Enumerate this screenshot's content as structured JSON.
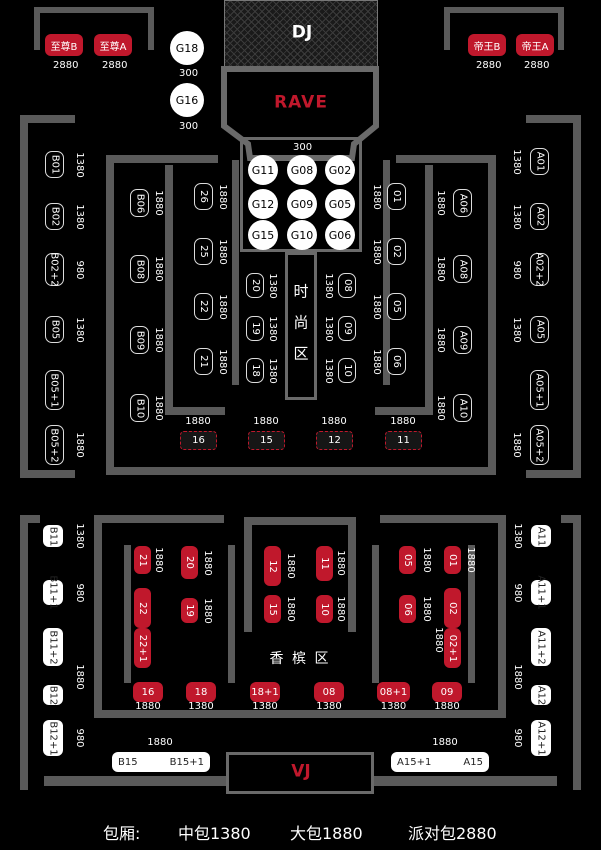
{
  "stage": {
    "dj": "DJ",
    "rave": "RAVE",
    "vj": "VJ"
  },
  "zones": {
    "fashion": [
      "时",
      "尚",
      "区"
    ],
    "champagne": "香 槟 区"
  },
  "legend": {
    "label": "包厢:",
    "medium": "中包1380",
    "large": "大包1880",
    "party": "派对包2880"
  },
  "vip": [
    {
      "name": "至尊B",
      "price": "2880"
    },
    {
      "name": "至尊A",
      "price": "2880"
    },
    {
      "name": "帝王B",
      "price": "2880"
    },
    {
      "name": "帝王A",
      "price": "2880"
    }
  ],
  "g_tables": {
    "g18": "G18",
    "g16": "G16",
    "g18_price": "300",
    "g16_price": "300",
    "grid_price": "300",
    "grid": [
      "G11",
      "G08",
      "G02",
      "G12",
      "G09",
      "G05",
      "G15",
      "G10",
      "G06"
    ]
  },
  "upper_left_wall": [
    {
      "name": "B01",
      "price": "1380"
    },
    {
      "name": "B02",
      "price": "1380"
    },
    {
      "name": "B02+2",
      "price": "980"
    },
    {
      "name": "B05",
      "price": "1380"
    },
    {
      "name": "B05+1",
      "price": ""
    },
    {
      "name": "B05+2",
      "price": "1880"
    }
  ],
  "upper_right_wall": [
    {
      "name": "A01",
      "price": "1380"
    },
    {
      "name": "A02",
      "price": "1380"
    },
    {
      "name": "A02+2",
      "price": "980"
    },
    {
      "name": "A05",
      "price": "1380"
    },
    {
      "name": "A05+1",
      "price": ""
    },
    {
      "name": "A05+2",
      "price": "1880"
    }
  ],
  "upper_left_inner": [
    {
      "name": "B06",
      "price": "1880"
    },
    {
      "name": "B08",
      "price": "1880"
    },
    {
      "name": "B09",
      "price": "1880"
    },
    {
      "name": "B10",
      "price": "1880"
    }
  ],
  "upper_right_inner": [
    {
      "name": "A06",
      "price": "1880"
    },
    {
      "name": "A08",
      "price": "1880"
    },
    {
      "name": "A09",
      "price": "1880"
    },
    {
      "name": "A10",
      "price": "1880"
    }
  ],
  "upper_left_mid": [
    {
      "name": "26",
      "price": "1880"
    },
    {
      "name": "25",
      "price": "1880"
    },
    {
      "name": "22",
      "price": "1880"
    },
    {
      "name": "21",
      "price": "1880"
    }
  ],
  "upper_right_mid": [
    {
      "name": "01",
      "price": "1880"
    },
    {
      "name": "02",
      "price": "1880"
    },
    {
      "name": "05",
      "price": "1880"
    },
    {
      "name": "06",
      "price": "1880"
    }
  ],
  "fashion_left": [
    {
      "name": "20",
      "price": "1380"
    },
    {
      "name": "19",
      "price": "1380"
    },
    {
      "name": "18",
      "price": "1380"
    }
  ],
  "fashion_right": [
    {
      "name": "08",
      "price": "1380"
    },
    {
      "name": "09",
      "price": "1380"
    },
    {
      "name": "10",
      "price": "1380"
    }
  ],
  "upper_bottom_row": [
    {
      "name": "16",
      "price": "1880"
    },
    {
      "name": "15",
      "price": "1880"
    },
    {
      "name": "12",
      "price": "1880"
    },
    {
      "name": "11",
      "price": "1880"
    }
  ],
  "lower_left_wall": [
    {
      "name": "B11",
      "price": "1380"
    },
    {
      "name": "B11+1",
      "price": "980"
    },
    {
      "name": "B11+2",
      "price": "1880"
    },
    {
      "name": "B12",
      "price": ""
    },
    {
      "name": "B12+1",
      "price": "980"
    }
  ],
  "lower_right_wall": [
    {
      "name": "A11",
      "price": "1380"
    },
    {
      "name": "A11+1",
      "price": "980"
    },
    {
      "name": "A11+2",
      "price": "1880"
    },
    {
      "name": "A12",
      "price": ""
    },
    {
      "name": "A12+1",
      "price": "980"
    }
  ],
  "lower_bottom_left": {
    "a": "B15",
    "b": "B15+1",
    "price": "1880"
  },
  "lower_bottom_right": {
    "a": "A15+1",
    "b": "A15",
    "price": "1880"
  },
  "lower_red": [
    {
      "name": "21",
      "price": "1880"
    },
    {
      "name": "20",
      "price": "1880"
    },
    {
      "name": "22",
      "price": ""
    },
    {
      "name": "22+1",
      "price": ""
    },
    {
      "name": "19",
      "price": "1880"
    },
    {
      "name": "12",
      "price": "1880"
    },
    {
      "name": "11",
      "price": "1880"
    },
    {
      "name": "15",
      "price": "1880"
    },
    {
      "name": "10",
      "price": "1880"
    },
    {
      "name": "05",
      "price": "1880"
    },
    {
      "name": "01",
      "price": "1880"
    },
    {
      "name": "06",
      "price": "1880"
    },
    {
      "name": "02",
      "price": ""
    },
    {
      "name": "02+1",
      "price": "1880"
    }
  ],
  "lower_row": [
    {
      "name": "16",
      "price": "1880"
    },
    {
      "name": "18",
      "price": "1380"
    },
    {
      "name": "18+1",
      "price": "1380"
    },
    {
      "name": "08",
      "price": "1380"
    },
    {
      "name": "08+1",
      "price": "1380"
    },
    {
      "name": "09",
      "price": "1880"
    }
  ]
}
